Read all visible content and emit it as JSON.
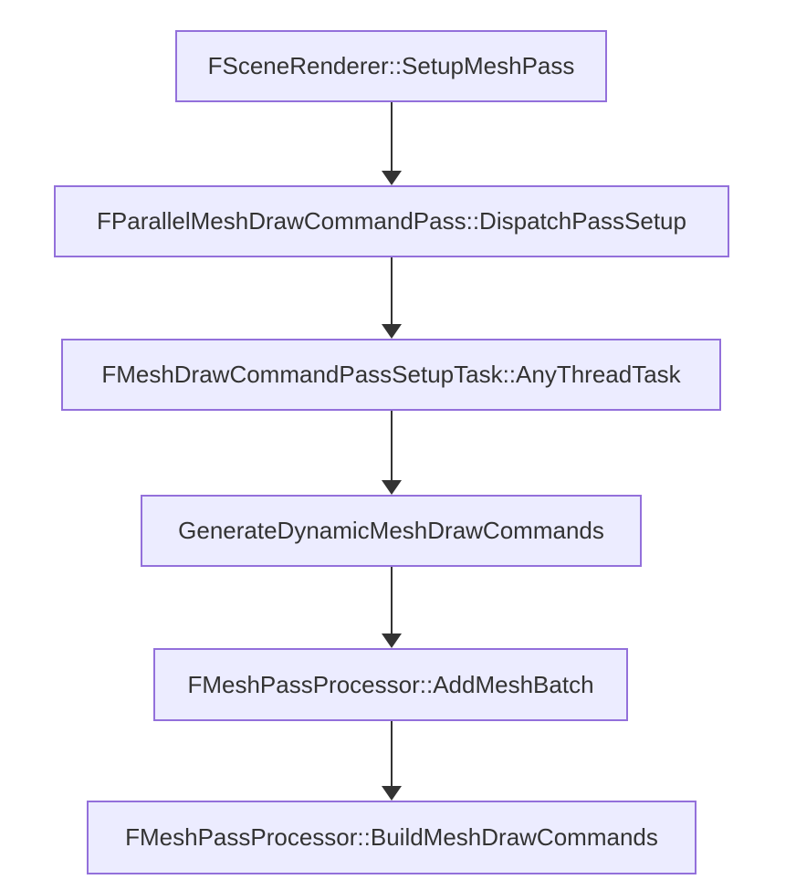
{
  "diagram": {
    "type": "flowchart",
    "direction": "top-down",
    "nodes": [
      {
        "id": "setup-mesh-pass",
        "label": "FSceneRenderer::SetupMeshPass"
      },
      {
        "id": "dispatch-pass-setup",
        "label": "FParallelMeshDrawCommandPass::DispatchPassSetup"
      },
      {
        "id": "any-thread-task",
        "label": "FMeshDrawCommandPassSetupTask::AnyThreadTask"
      },
      {
        "id": "generate-dynamic-mesh-draw-commands",
        "label": "GenerateDynamicMeshDrawCommands"
      },
      {
        "id": "add-mesh-batch",
        "label": "FMeshPassProcessor::AddMeshBatch"
      },
      {
        "id": "build-mesh-draw-commands",
        "label": "FMeshPassProcessor::BuildMeshDrawCommands"
      }
    ],
    "edges": [
      {
        "from": "setup-mesh-pass",
        "to": "dispatch-pass-setup",
        "style": "arrow-down"
      },
      {
        "from": "dispatch-pass-setup",
        "to": "any-thread-task",
        "style": "arrow-down"
      },
      {
        "from": "any-thread-task",
        "to": "generate-dynamic-mesh-draw-commands",
        "style": "arrow-down"
      },
      {
        "from": "generate-dynamic-mesh-draw-commands",
        "to": "add-mesh-batch",
        "style": "arrow-down"
      },
      {
        "from": "add-mesh-batch",
        "to": "build-mesh-draw-commands",
        "style": "arrow-down"
      }
    ],
    "colors": {
      "node-fill": "#ECECFF",
      "node-border": "#9370DB",
      "node-text": "#333333",
      "edge-color": "#333333",
      "canvas-bg": "#FFFFFF"
    }
  }
}
